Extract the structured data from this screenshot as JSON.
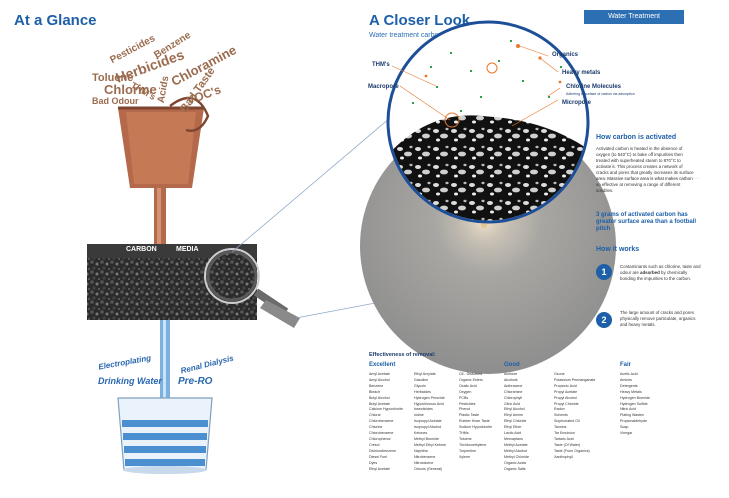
{
  "header": {
    "left_title": "At a Glance",
    "right_title": "A Closer Look",
    "right_subtitle": "Water treatment carbon",
    "badge": "Water Treatment"
  },
  "contaminants": {
    "pesticides": "Pesticides",
    "benzene": "Benzene",
    "herbicides": "Herbicides",
    "chloramine": "Chloramine",
    "toluene": "Toluene",
    "thm": "THM's",
    "acids": "Acids",
    "bad_taste": "Bad Taste",
    "chlorine": "Chlorine",
    "vocs": "VOC's",
    "bad_odour": "Bad Odour"
  },
  "filter": {
    "carbon": "CARBON",
    "media": "MEDIA"
  },
  "uses": {
    "electroplating": "Electroplating",
    "renal": "Renal Dialysis",
    "drinking": "Drinking Water",
    "pre_ro": "Pre-RO"
  },
  "labels": {
    "thms": "THM's",
    "organics": "Organics",
    "heavy_metals": "Heavy metals",
    "macropore": "Macropore",
    "chlorine_molecules": "Chlorine Molecules",
    "chlorine_sub": "Adhering to surface of carbon via adsorption",
    "micropore": "Micropore"
  },
  "sidebar": {
    "how_activated_title": "How carbon is activated",
    "how_activated_body": "Activated carbon is heated in the absence of oxygen (to 540°C) to bake off impurities then treated with superheated steam to 870°C to activate it. This process creates a network of cracks and pores that greatly increases its surface area. Massive surface area is what makes carbon so effective at removing a range of different solubles.",
    "fact": "3 grams of activated carbon has greater surface area than a football pitch",
    "how_works_title": "How it works",
    "step1_num": "1",
    "step1_pre": "Contaminants such as chlorine, taste and odour are ",
    "step1_bold": "adsorbed",
    "step1_post": " by chemically bonding the impurities to the carbon.",
    "step2_num": "2",
    "step2_body": "The large amount of cracks and pores physically remove particulate, organics and heavy metals."
  },
  "effectiveness": {
    "title": "Effectiveness of removal:",
    "excellent_head": "Excellent",
    "good_head": "Good",
    "fair_head": "Fair",
    "excellent_col1": [
      "Amyl Acetate",
      "Amyl Alcohol",
      "Benzene",
      "Bleach",
      "Butyl Alcohol",
      "Butyl Acetate",
      "Calcium Hypochlorite",
      "Chloral",
      "Chlorobenzene",
      "Chlorine",
      "Chlorobenzene",
      "Chlorophenol",
      "Cresol",
      "Dichlorobenzene",
      "Diesel Fuel",
      "Dyes",
      "Ethyl Acetate"
    ],
    "excellent_col2": [
      "Ethyl Acrylate",
      "Gasoline",
      "Glycols",
      "Herbicides",
      "Hydrogen Peroxide",
      "Hypochlorous Acid",
      "Insecticides",
      "Iodine",
      "Isopropyl Acetate",
      "Isopropyl Alcohol",
      "Ketones",
      "Methyl Bromide",
      "Methyl Ethyl Ketone",
      "Naphtha",
      "Nitrobenzene",
      "Nitrotoluene",
      "Odours (General)"
    ],
    "excellent_col3": [
      "Oil - Dissolved",
      "Organic Esters",
      "Oxalic Acid",
      "Oxygen",
      "PCBs",
      "Pesticides",
      "Phenol",
      "Plastic Taste",
      "Rubber Hose Taste",
      "Sodium Hypochlorite",
      "THMs",
      "Toluene",
      "Trichloroethylene",
      "Turpentine",
      "Xylene"
    ],
    "good_col1": [
      "Acetone",
      "Alcohols",
      "Anthracene",
      "Chloramine",
      "Chlorophyll",
      "Citric Acid",
      "Ethyl Alcohol",
      "Ethyl Amine",
      "Ethyl Chloride",
      "Ethyl Ether",
      "Lactic Acid",
      "Mercaptans",
      "Methyl Acetate",
      "Methyl Alcohol",
      "Methyl Chloride",
      "Organic Acids",
      "Organic Salts"
    ],
    "good_col2": [
      "Ozone",
      "Potassium Permanganate",
      "Propionic Acid",
      "Propyl Acetate",
      "Propyl Alcohol",
      "Propyl Chloride",
      "Radon",
      "Solvents",
      "Sulphonated Oil",
      "Tannins",
      "Tar Emulsion",
      "Tartaric Acid",
      "Taste (Of Water)",
      "Taste (From Organics)",
      "Xanthophyll"
    ],
    "fair_col1": [
      "Acetic Acid",
      "Amines",
      "Detergents",
      "Heavy Metals",
      "Hydrogen Bromide",
      "Hydrogen Sulfide",
      "Nitric Acid",
      "Plating Wastes",
      "Propionaldehyde",
      "Soap",
      "Vinegar"
    ]
  }
}
